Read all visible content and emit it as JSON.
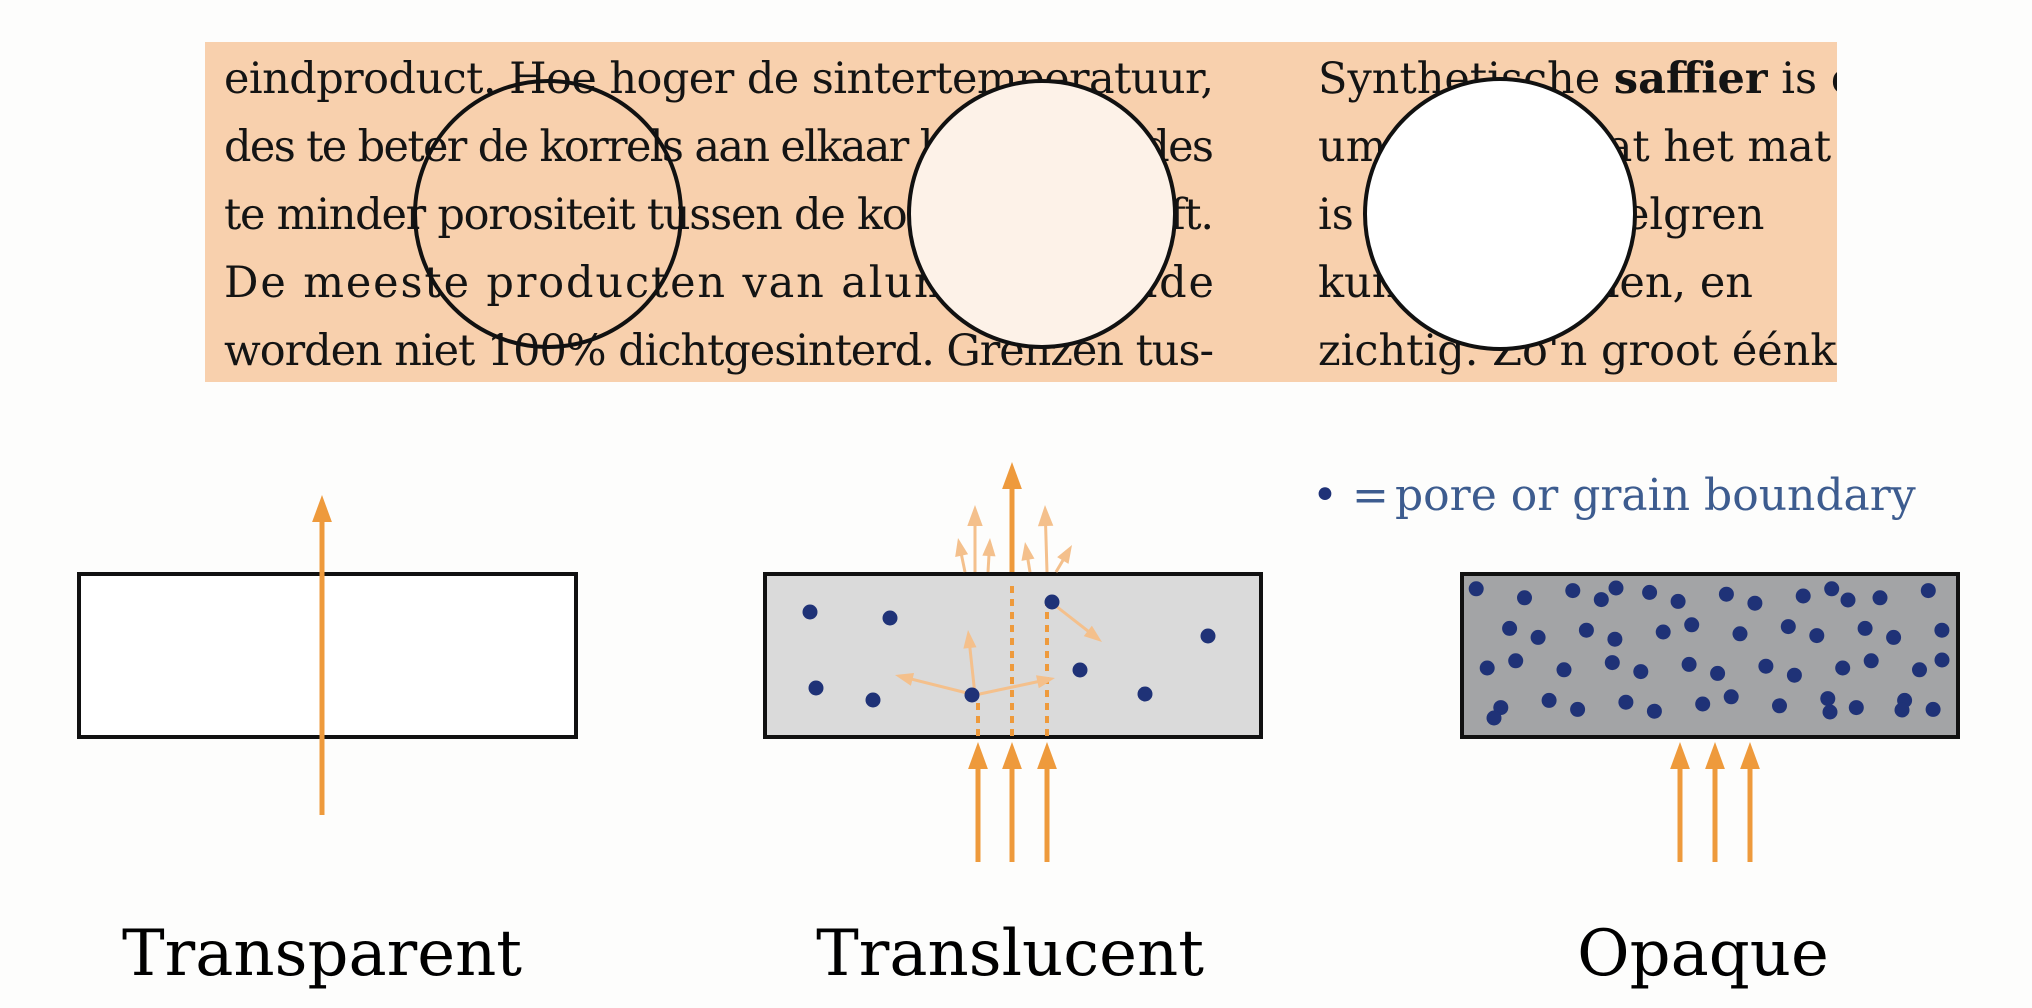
{
  "colors": {
    "text_band": "#f8d0ad",
    "arrow": "#ee9a3c",
    "arrow_faint": "#f4c08c",
    "particle": "#1f3277",
    "legend_text": "#3d5c8f",
    "translucent_fill": "#dadada",
    "opaque_fill": "#a3a4a6",
    "outline": "#111111"
  },
  "excerpt": {
    "left_lines": [
      "eindproduct. Hoe hoger de sintertemperatuur,",
      "des te beter de korrels aan elkaar bakken en des",
      "te minder porositeit tussen de korrels overblijft.",
      "De meeste producten van aluminiumoxide",
      "worden niet 100% dichtgesinterd. Grenzen tus-"
    ],
    "right_lines": [
      [
        {
          "t": "Synthetische "
        },
        {
          "t": "saffier",
          "bold": true
        },
        {
          "t": " is é"
        }
      ],
      [
        {
          "t": "umoxide, zodat het mat"
        }
      ],
      [
        {
          "t": "is zonder korrelgren"
        }
      ],
      [
        {
          "t": "kunnen strooien, en"
        }
      ],
      [
        {
          "t": "zichtig. Zo'n groot éénkr"
        }
      ]
    ],
    "lenses": [
      {
        "name": "lens-transparent",
        "kind": "clear"
      },
      {
        "name": "lens-translucent",
        "kind": "blurred"
      },
      {
        "name": "lens-opaque",
        "kind": "solid"
      }
    ]
  },
  "legend": {
    "symbol": "•",
    "equals": "=",
    "label": "pore or grain boundary"
  },
  "panels": [
    {
      "key": "transparent",
      "label": "Transparent"
    },
    {
      "key": "translucent",
      "label": "Translucent"
    },
    {
      "key": "opaque",
      "label": "Opaque"
    }
  ]
}
